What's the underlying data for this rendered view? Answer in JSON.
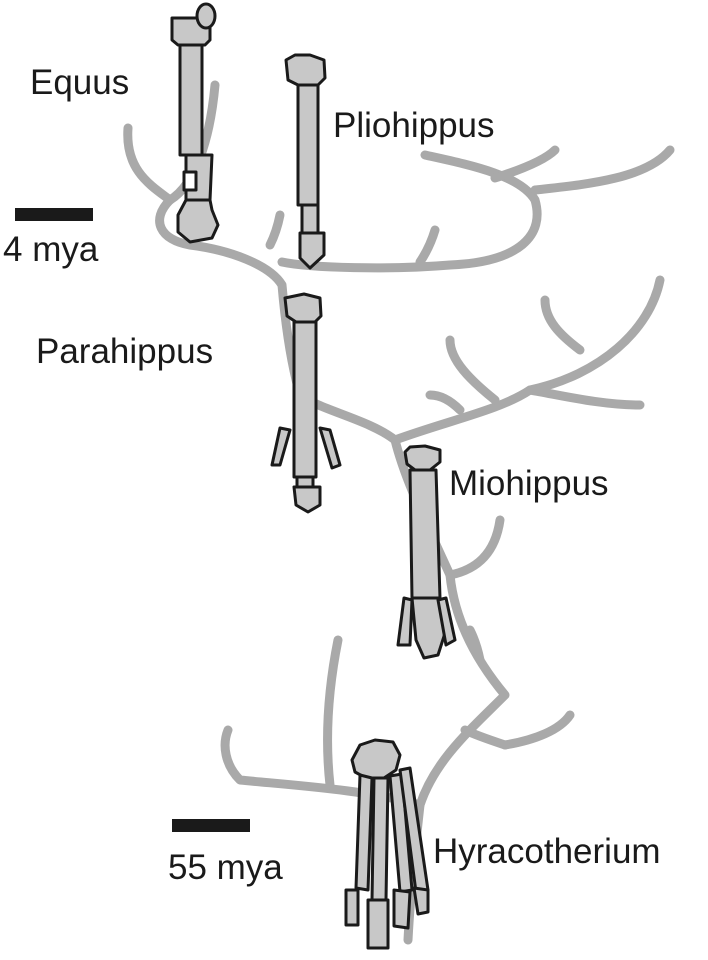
{
  "taxa": {
    "equus": "Equus",
    "pliohippus": "Pliohippus",
    "parahippus": "Parahippus",
    "miohippus": "Miohippus",
    "hyracotherium": "Hyracotherium"
  },
  "scale": {
    "top": "4 mya",
    "bottom": "55 mya"
  },
  "colors": {
    "branch": "#a9a9a9",
    "bone_fill": "#c8c8c8",
    "outline": "#1a1a1a",
    "text": "#1a1a1a"
  }
}
